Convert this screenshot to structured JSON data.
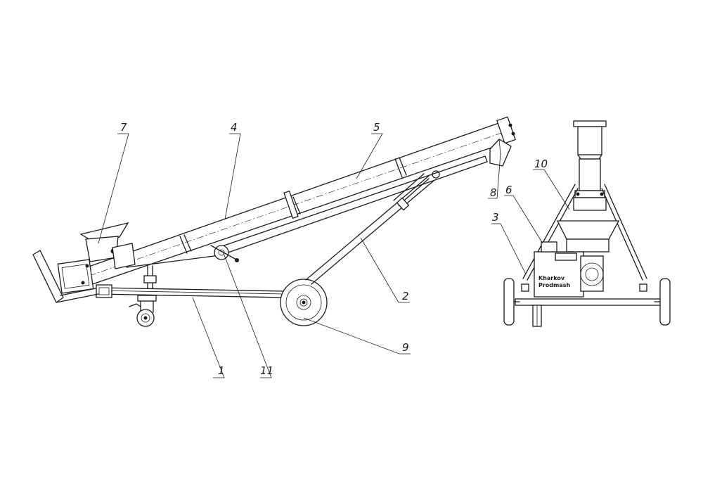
{
  "callouts": {
    "c1": "1",
    "c2": "2",
    "c3": "3",
    "c4": "4",
    "c5": "5",
    "c6": "6",
    "c7": "7",
    "c8": "8",
    "c9": "9",
    "c10": "10",
    "c11": "11"
  },
  "motor_label": {
    "line1": "Kharkov",
    "line2": "Prodmash"
  }
}
